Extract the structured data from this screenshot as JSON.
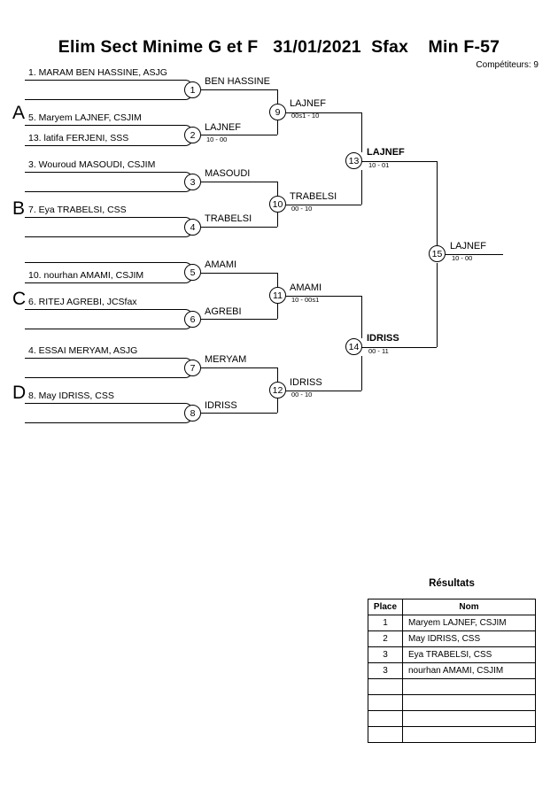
{
  "header": {
    "title": "Elim Sect Minime G et F   31/01/2021  Sfax    Min F-57",
    "competitors_label": "Compétiteurs: 9"
  },
  "groups": [
    {
      "letter": "A"
    },
    {
      "letter": "B"
    },
    {
      "letter": "C"
    },
    {
      "letter": "D"
    }
  ],
  "entrants": [
    {
      "label": "1. MARAM BEN HASSINE, ASJG"
    },
    {
      "label": "5. Maryem LAJNEF, CSJIM"
    },
    {
      "label": "13. latifa FERJENI, SSS"
    },
    {
      "label": "3. Wouroud MASOUDI, CSJIM"
    },
    {
      "label": "7. Eya TRABELSI, CSS"
    },
    {
      "label": "10. nourhan AMAMI, CSJIM"
    },
    {
      "label": "6. RITEJ AGREBI, JCSfax"
    },
    {
      "label": "4. ESSAI MERYAM, ASJG"
    },
    {
      "label": "8. May IDRISS, CSS"
    }
  ],
  "matches": [
    {
      "number": "1",
      "winner": "BEN HASSINE",
      "score": ""
    },
    {
      "number": "2",
      "winner": "LAJNEF",
      "score": "10 - 00"
    },
    {
      "number": "3",
      "winner": "MASOUDI",
      "score": ""
    },
    {
      "number": "4",
      "winner": "TRABELSI",
      "score": ""
    },
    {
      "number": "5",
      "winner": "AMAMI",
      "score": ""
    },
    {
      "number": "6",
      "winner": "AGREBI",
      "score": ""
    },
    {
      "number": "7",
      "winner": "MERYAM",
      "score": ""
    },
    {
      "number": "8",
      "winner": "IDRISS",
      "score": ""
    },
    {
      "number": "9",
      "winner": "LAJNEF",
      "score": "00s1 - 10"
    },
    {
      "number": "10",
      "winner": "TRABELSI",
      "score": "00 - 10"
    },
    {
      "number": "11",
      "winner": "AMAMI",
      "score": "10 - 00s1"
    },
    {
      "number": "12",
      "winner": "IDRISS",
      "score": "00 - 10"
    },
    {
      "number": "13",
      "winner": "LAJNEF",
      "score": "10 - 01"
    },
    {
      "number": "14",
      "winner": "IDRISS",
      "score": "00 - 11"
    },
    {
      "number": "15",
      "winner": "LAJNEF",
      "score": "10 - 00"
    }
  ],
  "results": {
    "title": "Résultats",
    "columns": [
      "Place",
      "Nom"
    ],
    "rows": [
      {
        "place": "1",
        "nom": "Maryem LAJNEF, CSJIM"
      },
      {
        "place": "2",
        "nom": "May IDRISS, CSS"
      },
      {
        "place": "3",
        "nom": "Eya TRABELSI, CSS"
      },
      {
        "place": "3",
        "nom": "nourhan AMAMI, CSJIM"
      },
      {
        "place": "",
        "nom": ""
      },
      {
        "place": "",
        "nom": ""
      },
      {
        "place": "",
        "nom": ""
      },
      {
        "place": "",
        "nom": ""
      }
    ]
  }
}
